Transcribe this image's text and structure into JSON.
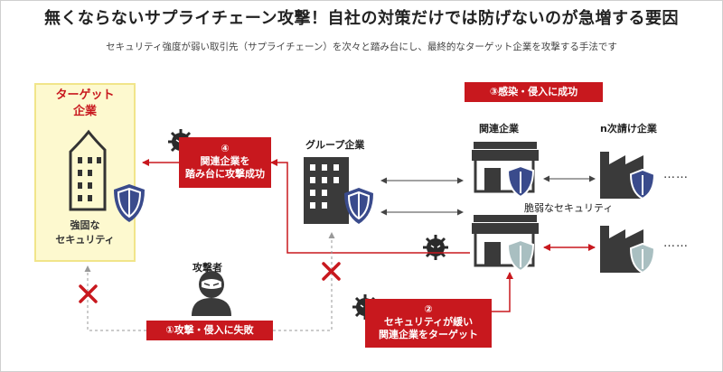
{
  "title": "無くならないサプライチェーン攻撃！自社の対策だけでは防げないのが急増する要因",
  "subtitle": "セキュリティ強度が弱い取引先（サプライチェーン）を次々と踏み台にし、最終的なターゲット企業を攻撃する手法です",
  "target": {
    "title_line1": "ターゲット",
    "title_line2": "企業",
    "security_line1": "強固な",
    "security_line2": "セキュリティ"
  },
  "step4": {
    "num": "④",
    "line1": "関連企業を",
    "line2": "踏み台に攻撃成功"
  },
  "step3": {
    "label": "③感染・侵入に成功"
  },
  "step2": {
    "num": "②",
    "line1": "セキュリティが緩い",
    "line2": "関連企業をターゲット"
  },
  "step1": {
    "label": "①攻撃・侵入に失敗"
  },
  "labels": {
    "group": "グループ企業",
    "related": "関連企業",
    "subcontractor": "n次請け企業",
    "weak_security": "脆弱なセキュリティ",
    "attacker": "攻撃者",
    "dots1": "……",
    "dots2": "……"
  },
  "colors": {
    "accent_red": "#c8181e",
    "building_dark": "#333333",
    "shield_navy": "#3a4b8c",
    "shield_light": "#9fb6b8",
    "target_bg": "#fdf9cf"
  }
}
